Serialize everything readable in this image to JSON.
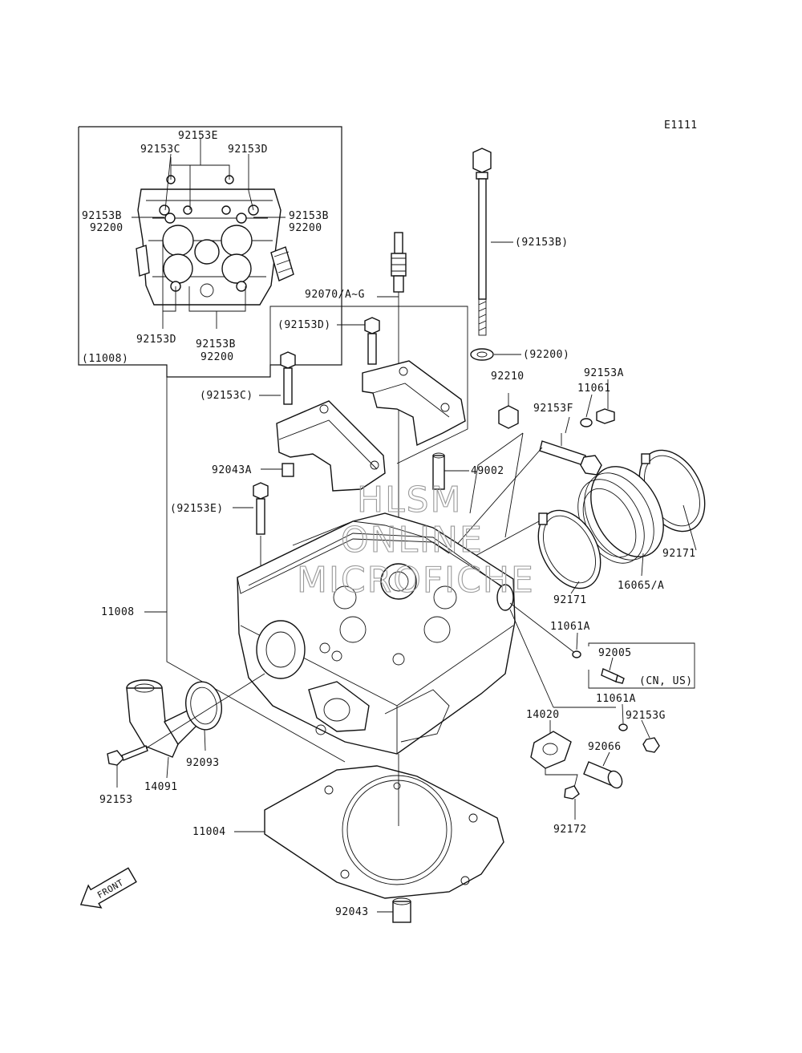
{
  "diagram_code": "E1111",
  "watermark": {
    "line1": "HLSM",
    "line2": "ONLINE",
    "line3": "MICROFICHE"
  },
  "front_label": "FRONT",
  "inset": {
    "box_label": "(11008)",
    "labels": {
      "e_top": "92153E",
      "c_top": "92153C",
      "d_top": "92153D",
      "b_left": "92153B",
      "w_left": "92200",
      "b_right": "92153B",
      "w_right": "92200",
      "d_bottom": "92153D",
      "b_bottom": "92153B",
      "w_bottom": "92200"
    }
  },
  "callouts": {
    "p92153B_paren": "(92153B)",
    "p92070": "92070/A~G",
    "p92153D_paren": "(92153D)",
    "p92200_paren": "(92200)",
    "p92153C_paren": "(92153C)",
    "p92210": "92210",
    "p11061": "11061",
    "p92153A": "92153A",
    "p92153F": "92153F",
    "p92043A": "92043A",
    "p49002": "49002",
    "p92153E_paren": "(92153E)",
    "p92171_right": "92171",
    "p16065": "16065/A",
    "p92171_mid": "92171",
    "p11008": "11008",
    "p11061A_top": "11061A",
    "p92005": "92005",
    "p_cnus": "(CN, US)",
    "p11061A_bot": "11061A",
    "p92153G": "92153G",
    "p14020": "14020",
    "p92066": "92066",
    "p92093": "92093",
    "p14091": "14091",
    "p92153": "92153",
    "p92172": "92172",
    "p11004": "11004",
    "p92043": "92043"
  }
}
